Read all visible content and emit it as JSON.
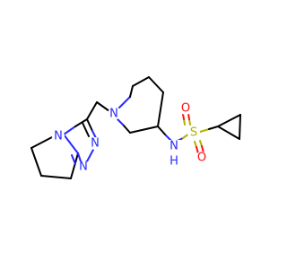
{
  "molecule": {
    "atom_labels": {
      "n_piperidine": "N",
      "n_ring_bridge": "N",
      "n_triazole_1": "N",
      "n_triazole_2": "N",
      "n_amide": "N",
      "h_amide": "H",
      "s_sulfonyl": "S",
      "o_sulfonyl_top": "O",
      "o_sulfonyl_bottom": "O"
    },
    "colors": {
      "carbon_bond": "#000000",
      "nitrogen": "#2929ff",
      "sulfur": "#b2b200",
      "oxygen": "#ff0d0d"
    }
  }
}
